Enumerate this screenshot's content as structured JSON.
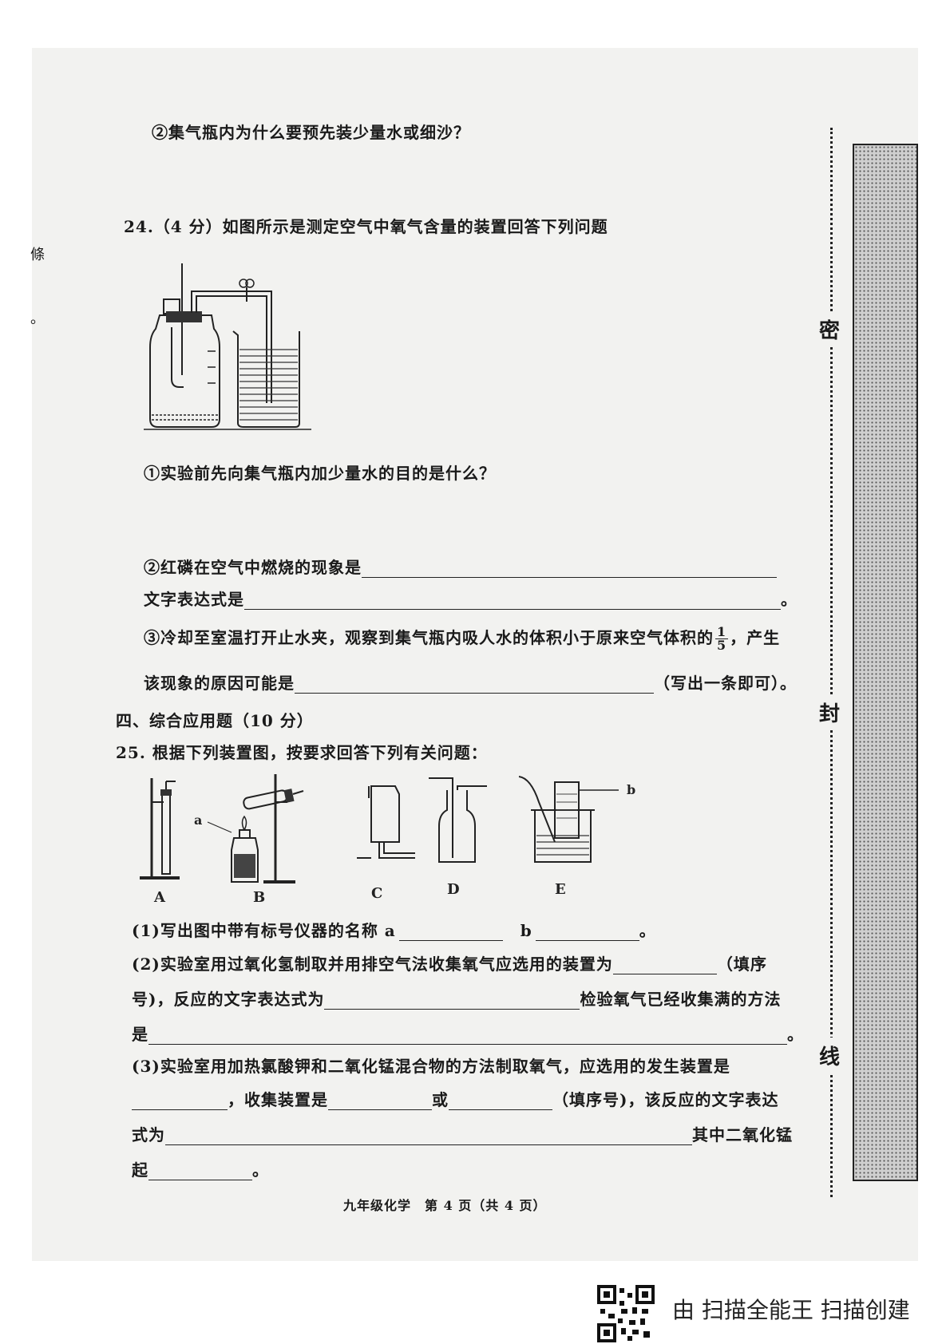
{
  "q23": {
    "sub2": "②集气瓶内为什么要预先装少量水或细沙？"
  },
  "q24": {
    "header": "24.（4 分）如图所示是测定空气中氧气含量的装置回答下列问题",
    "sub1": "①实验前先向集气瓶内加少量水的目的是什么？",
    "sub2": "②红磷在空气中燃烧的现象是",
    "sub2b": "文字表达式是",
    "sub3_pre": "③冷却至室温打开止水夹，观察到集气瓶内吸人水的体积小于原来空气体积的",
    "frac_num": "1",
    "frac_den": "5",
    "sub3_post": "，产生",
    "sub3b_pre": "该现象的原因可能是",
    "sub3b_post": "（写出一条即可）。",
    "period": "。"
  },
  "section4": {
    "title": "四、综合应用题（10 分）"
  },
  "q25": {
    "header": "25. 根据下列装置图，按要求回答下列有关问题：",
    "labels": {
      "A": "A",
      "B": "B",
      "C": "C",
      "D": "D",
      "E": "E",
      "a": "a",
      "b": "b"
    },
    "p1_pre": "(1)写出图中带有标号仪器的名称 a",
    "p1_b": "b",
    "p1_end": "。",
    "p2_pre": "(2)实验室用过氧化氢制取并用排空气法收集氧气应选用的装置为",
    "p2_post": "（填序",
    "p2b_pre": "号)，反应的文字表达式为",
    "p2b_post": "检验氧气已经收集满的方法",
    "p2c_pre": "是",
    "p2c_end": "。",
    "p3": "(3)实验室用加热氯酸钾和二氧化锰混合物的方法制取氧气，应选用的发生装置是",
    "p3b_1": "，收集装置是",
    "p3b_2": "或",
    "p3b_3": "（填序号)，该反应的文字表达",
    "p3c_pre": "式为",
    "p3c_post": "其中二氧化锰",
    "p3d_pre": "起",
    "p3d_end": "。"
  },
  "side": {
    "char1": "密",
    "char2": "封",
    "char3": "线",
    "margin1": "條",
    "margin2": "。"
  },
  "footer": {
    "text": "九年级化学　第 4 页（共 4 页）"
  },
  "stamp": {
    "text": "由 扫描全能王 扫描创建"
  }
}
